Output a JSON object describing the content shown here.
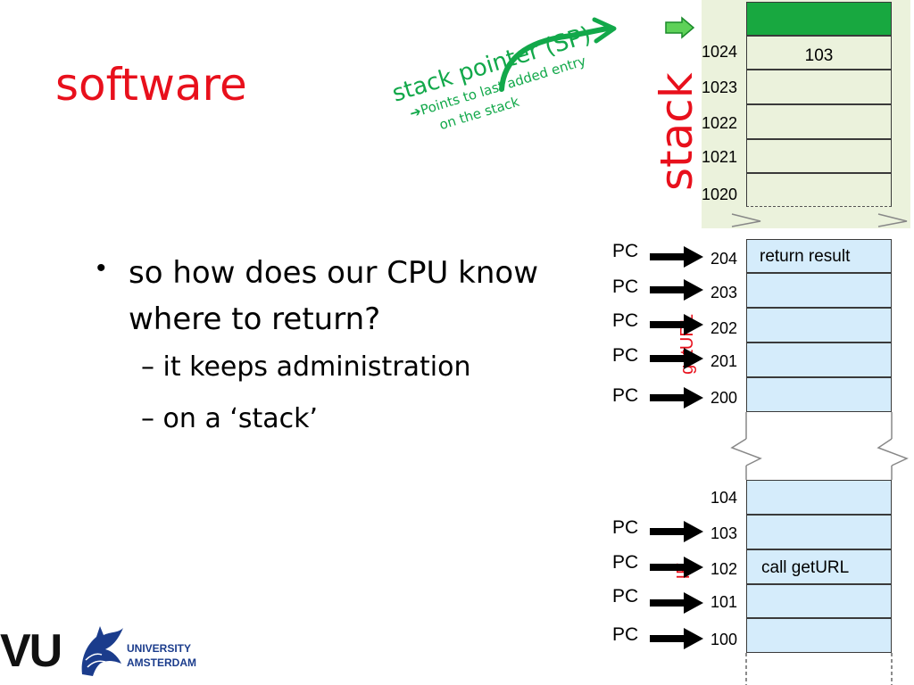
{
  "slide": {
    "title": "software",
    "bullet": "so how does our CPU know where to return?",
    "sub_bullets": [
      "– it keeps administration",
      "– on a ‘stack’"
    ]
  },
  "stack_pointer": {
    "title": "stack pointer (SP)",
    "note_line1": "Points to last added entry",
    "note_line2": "on the stack"
  },
  "stack": {
    "label": "stack",
    "cells": [
      {
        "addr": "",
        "value": ""
      },
      {
        "addr": "1024",
        "value": "103"
      },
      {
        "addr": "1023",
        "value": ""
      },
      {
        "addr": "1022",
        "value": ""
      },
      {
        "addr": "1021",
        "value": ""
      },
      {
        "addr": "1020",
        "value": ""
      }
    ]
  },
  "geturl_block": {
    "label": "getURL",
    "cells": [
      {
        "addr": "204",
        "value": "return result",
        "pc": "PC"
      },
      {
        "addr": "203",
        "value": "",
        "pc": "PC"
      },
      {
        "addr": "202",
        "value": "",
        "pc": "PC"
      },
      {
        "addr": "201",
        "value": "",
        "pc": "PC"
      },
      {
        "addr": "200",
        "value": "",
        "pc": "PC"
      }
    ]
  },
  "ie_block": {
    "label": "IE",
    "cells": [
      {
        "addr": "104",
        "value": "",
        "pc": ""
      },
      {
        "addr": "103",
        "value": "",
        "pc": "PC"
      },
      {
        "addr": "102",
        "value": "call getURL",
        "pc": "PC"
      },
      {
        "addr": "101",
        "value": "",
        "pc": "PC"
      },
      {
        "addr": "100",
        "value": "",
        "pc": "PC"
      }
    ]
  },
  "logo": {
    "mark": "VU",
    "line1": "UNIVERSITY",
    "line2": "AMSTERDAM"
  },
  "colors": {
    "title_red": "#e8101c",
    "sp_green": "#12a84a",
    "stack_bg": "#ebf2dc",
    "stack_top": "#18a840",
    "code_cell": "#d5ecfb",
    "logo_blue": "#1b3c8c"
  }
}
